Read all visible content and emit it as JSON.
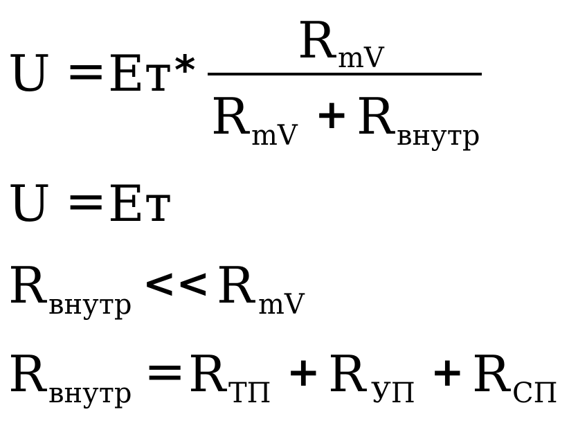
{
  "eq1": {
    "lhs": "U",
    "equals": "=",
    "factor": "Eт",
    "times": "*",
    "numerator": {
      "symbol": "R",
      "subscript": "mV"
    },
    "denominator": {
      "term1": {
        "symbol": "R",
        "subscript": "mV"
      },
      "plus": "+",
      "term2": {
        "symbol": "R",
        "subscript": "внутр"
      }
    }
  },
  "eq2": {
    "lhs": "U",
    "equals": "=",
    "rhs": "Eт"
  },
  "eq3": {
    "lhs": {
      "symbol": "R",
      "subscript": "внутр"
    },
    "relation": "<<",
    "rhs": {
      "symbol": "R",
      "subscript": "mV"
    }
  },
  "eq4": {
    "lhs": {
      "symbol": "R",
      "subscript": "внутр"
    },
    "equals": "=",
    "term1": {
      "symbol": "R",
      "subscript": "ТП"
    },
    "plus1": "+",
    "term2": {
      "symbol": "R",
      "subscript": "УП"
    },
    "plus2": "+",
    "term3": {
      "symbol": "R",
      "subscript": "СП"
    }
  }
}
